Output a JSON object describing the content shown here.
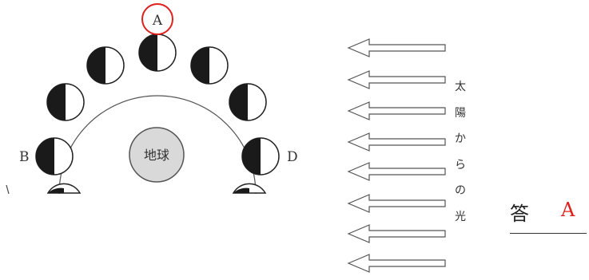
{
  "earth_label": "地球",
  "positions": {
    "a": "A",
    "b": "B",
    "d": "D"
  },
  "sunlight_label": [
    "太",
    "陽",
    "か",
    "ら",
    "の",
    "光"
  ],
  "answer": {
    "word": "答",
    "value": "A"
  },
  "colors": {
    "highlight": "#e0201c",
    "moon_dark": "#1a1a1a",
    "earth_fill": "#d9d9d9"
  }
}
